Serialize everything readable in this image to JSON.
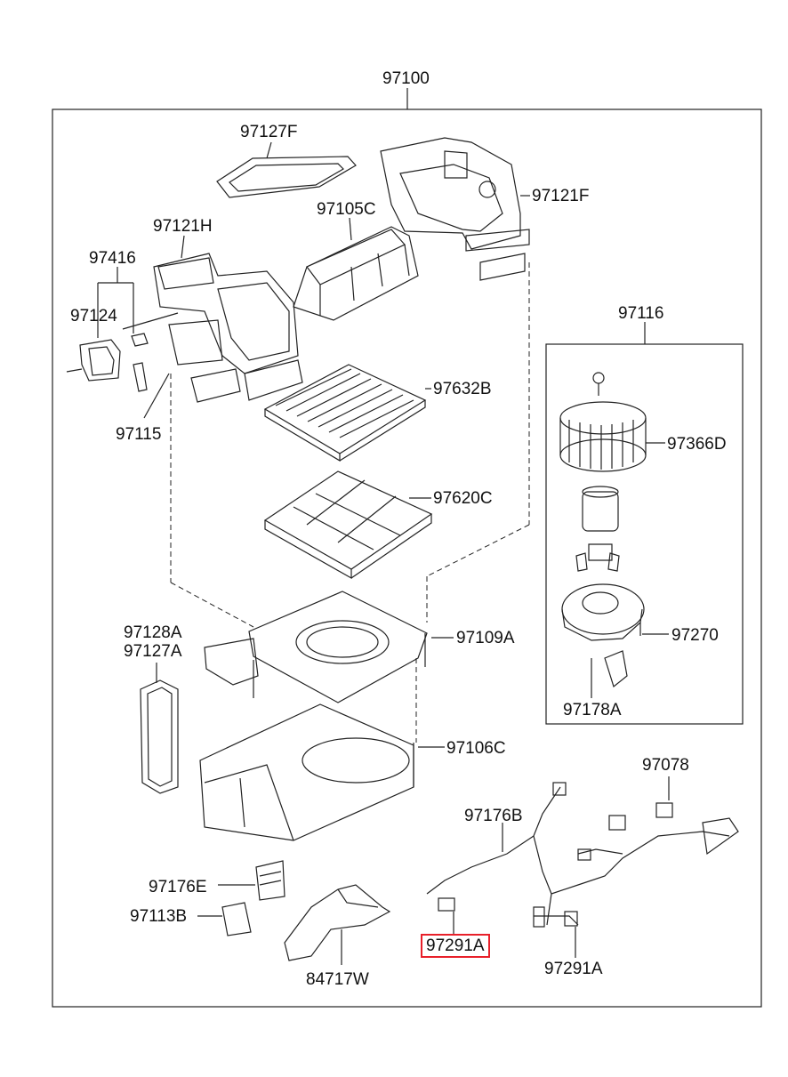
{
  "labels": {
    "assembly": "97100",
    "seal_top": "97127F",
    "duct_right": "97121F",
    "duct_left": "97121H",
    "mode_case": "97105C",
    "actuator_screw": "97416",
    "actuator": "97124",
    "lever": "97115",
    "filter": "97632B",
    "filter_cover": "97620C",
    "blower_group": "97116",
    "fan": "97366D",
    "screw_blower": "97270",
    "clip": "97178A",
    "upper_case": "97109A",
    "seal_a": "97128A",
    "seal_b": "97127A",
    "lower_case": "97106C",
    "relay": "97078",
    "harness": "97176B",
    "resistor": "97176E",
    "resistor_seal": "97113B",
    "bracket": "84717W",
    "connector_highlight": "97291A",
    "connector": "97291A"
  },
  "colors": {
    "line": "#222222",
    "highlight": "#e8202a"
  }
}
